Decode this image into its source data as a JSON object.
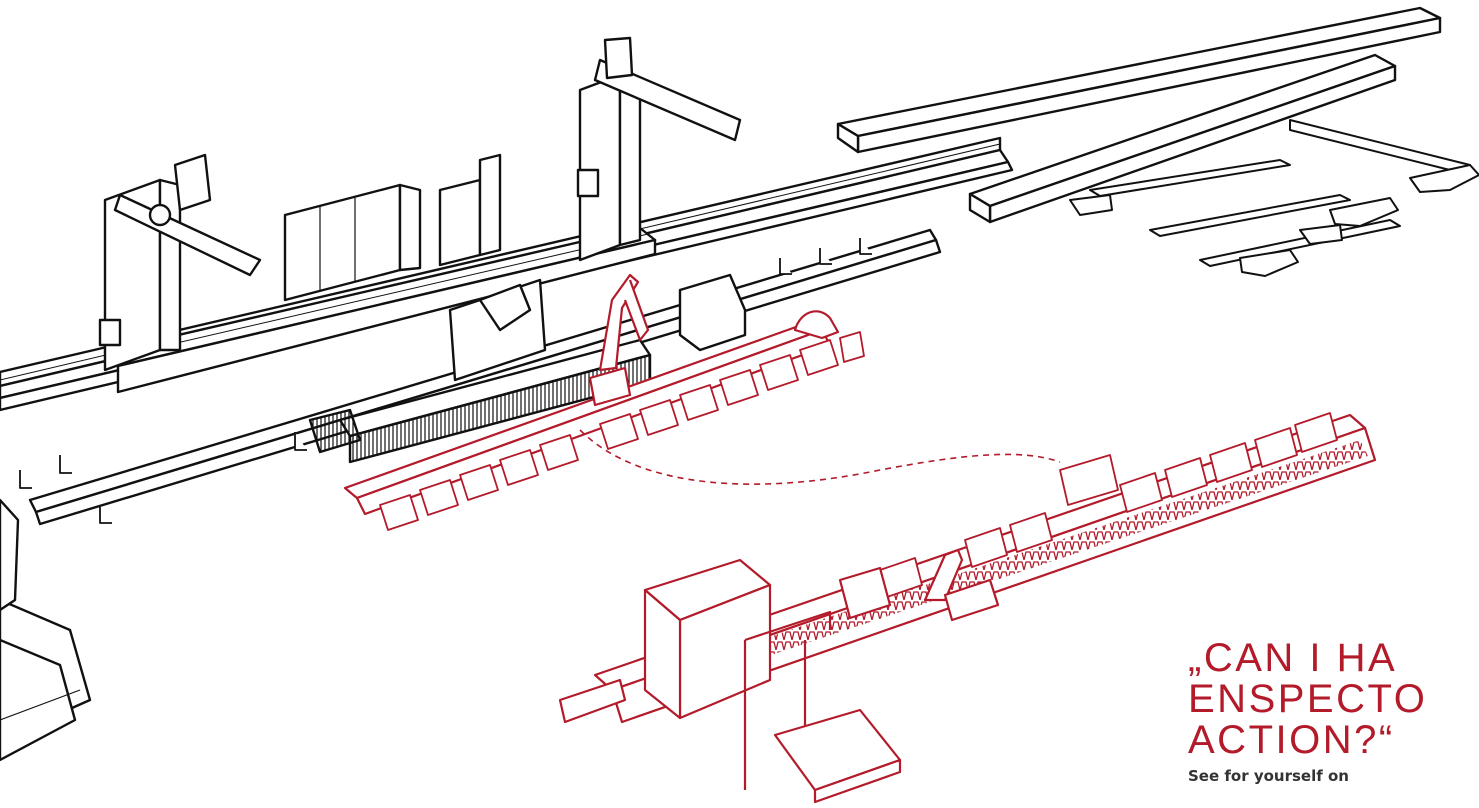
{
  "colors": {
    "accent": "#b31b2b",
    "ink": "#111111",
    "background": "#ffffff",
    "subtext": "#333333"
  },
  "headline": {
    "line1": "„CAN I HA",
    "line2": "ENSPECTO",
    "line3": "ACTION?“"
  },
  "subline": "See for yourself on"
}
